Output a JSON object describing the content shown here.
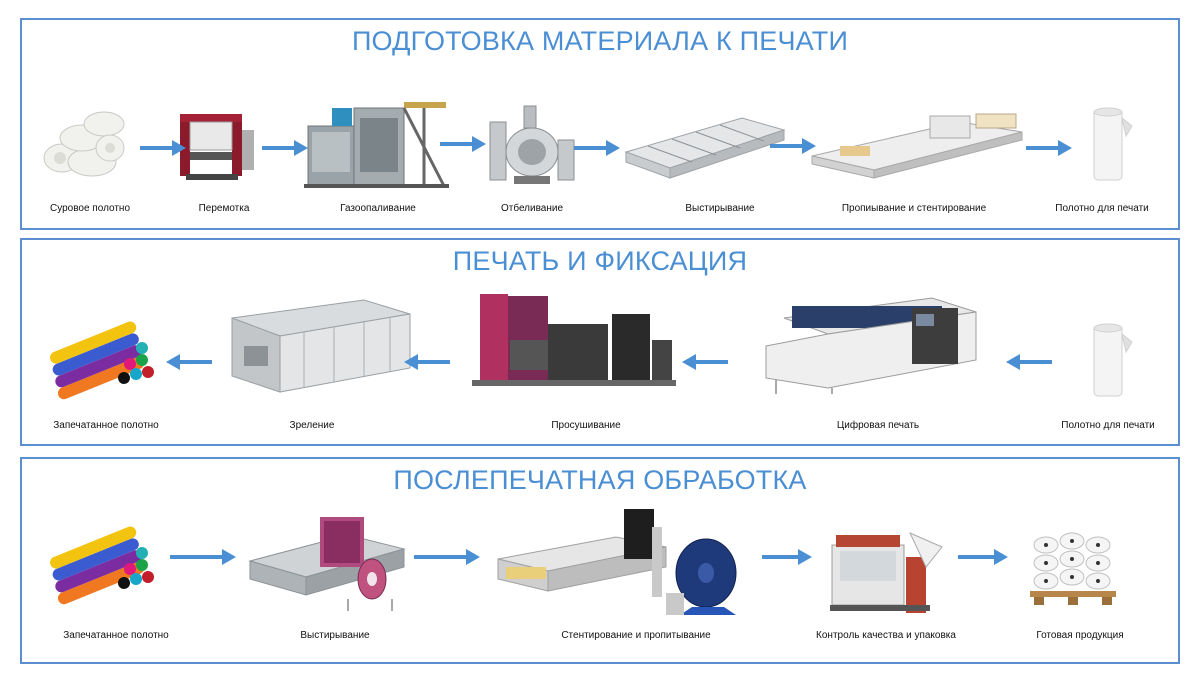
{
  "sections": [
    {
      "title": "ПОДГОТОВКА МАТЕРИАЛА К ПЕЧАТИ",
      "steps": [
        {
          "label": "Суровое полотно",
          "icon": "fabric-rolls-icon"
        },
        {
          "label": "Перемотка",
          "icon": "rewinding-machine-icon"
        },
        {
          "label": "Газоопаливание",
          "icon": "singeing-machine-icon"
        },
        {
          "label": "Отбеливание",
          "icon": "bleaching-tank-icon"
        },
        {
          "label": "Выстирывание",
          "icon": "washing-line-icon"
        },
        {
          "label": "Пропиывание и стентирование",
          "icon": "stenter-line-icon"
        },
        {
          "label": "Полотно для печати",
          "icon": "white-fabric-roll-icon"
        }
      ]
    },
    {
      "title": "ПЕЧАТЬ И ФИКСАЦИЯ",
      "steps": [
        {
          "label": "Запечатанное полотно",
          "icon": "colored-rolls-icon"
        },
        {
          "label": "Зреление",
          "icon": "steamer-machine-icon"
        },
        {
          "label": "Просушивание",
          "icon": "dryer-machine-icon"
        },
        {
          "label": "Цифровая печать",
          "icon": "digital-printer-icon"
        },
        {
          "label": "Полотно для печати",
          "icon": "white-fabric-roll-icon"
        }
      ]
    },
    {
      "title": "ПОСЛЕПЕЧАТНАЯ ОБРАБОТКА",
      "steps": [
        {
          "label": "Запечатанное полотно",
          "icon": "colored-rolls-icon"
        },
        {
          "label": "Выстирывание",
          "icon": "washing-machine-icon"
        },
        {
          "label": "Стентирование и пропитывание",
          "icon": "stenter-line-icon"
        },
        {
          "label": "Контроль качества и упаковка",
          "icon": "inspection-machine-icon"
        },
        {
          "label": "Готовая продукция",
          "icon": "pallet-rolls-icon"
        }
      ]
    }
  ],
  "colors": {
    "border": "#5b8fd0",
    "title": "#4a8ed4",
    "arrow": "#4a8ed4"
  }
}
